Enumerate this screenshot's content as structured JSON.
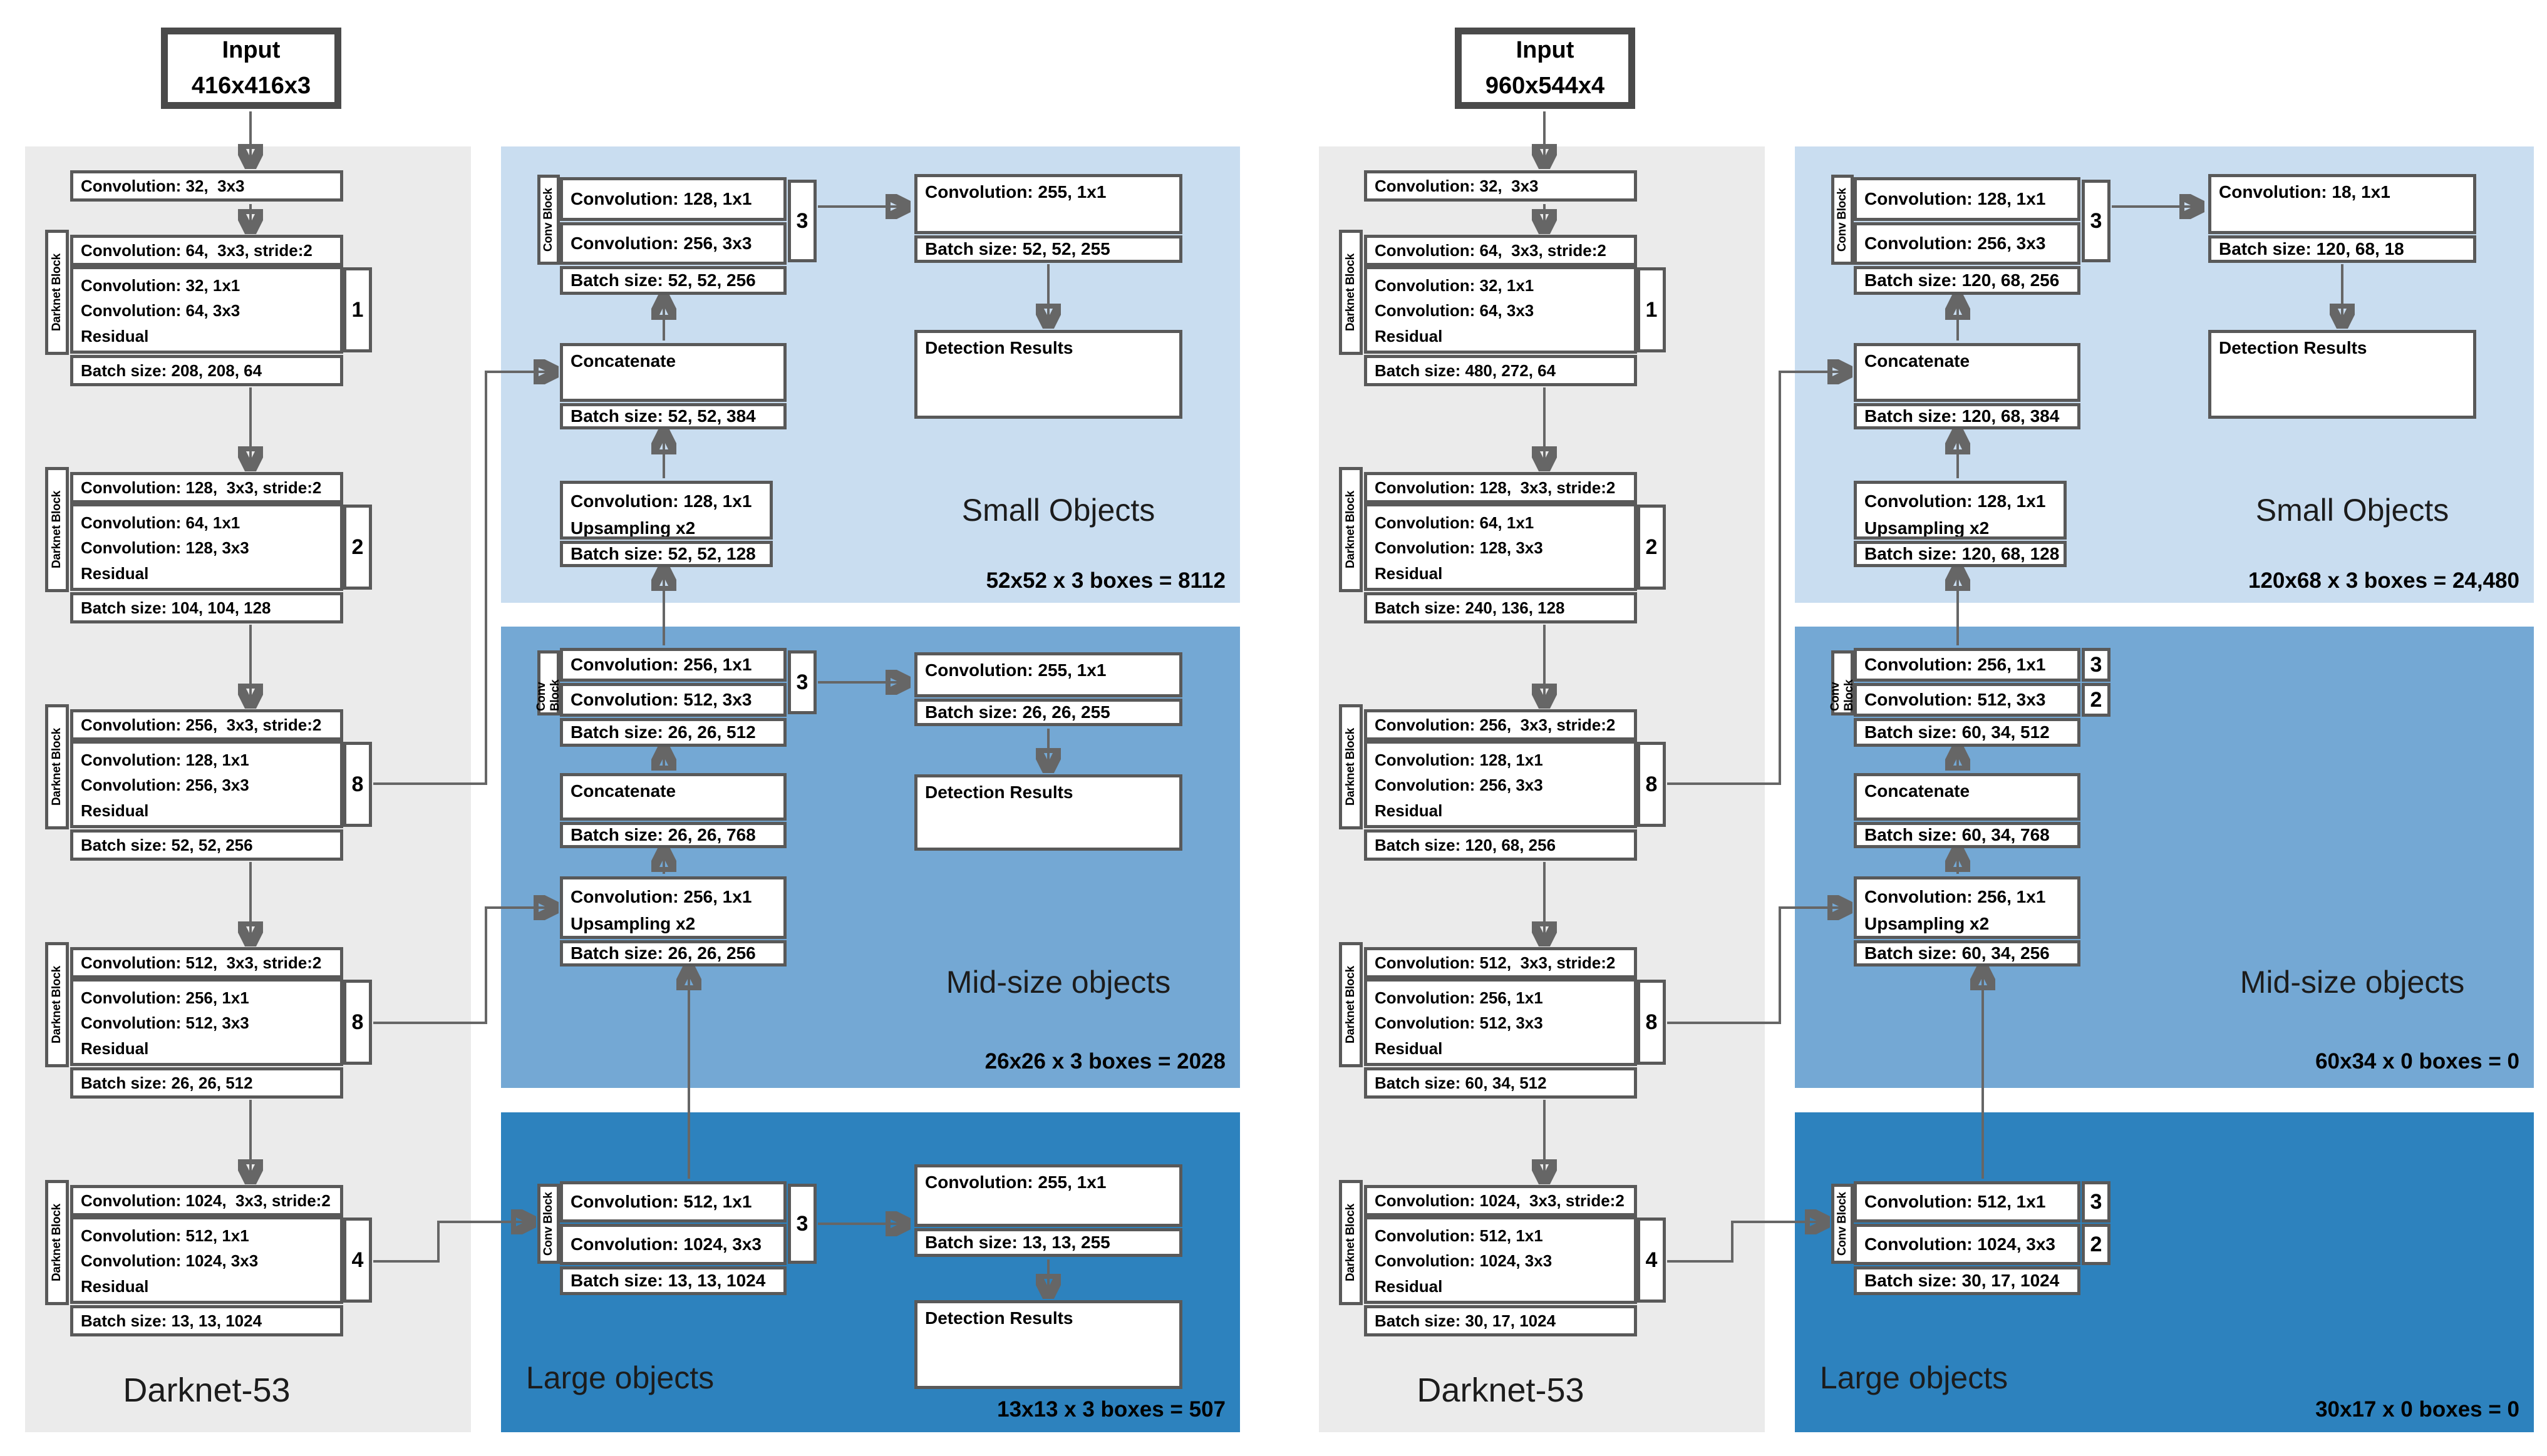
{
  "palette": {
    "backbone_bg": "#ebebeb",
    "small_bg": "#c9ddf0",
    "mid_bg": "#74a8d4",
    "large_bg": "#2d82be",
    "box_border": "#595959",
    "arrow": "#666666"
  },
  "diagrams": [
    {
      "input": {
        "line1": "Input",
        "line2": "416x416x3"
      },
      "backbone": {
        "stem": "Convolution: 32,  3x3",
        "title": "Darknet-53",
        "blocks": [
          {
            "label": "Darknet Block",
            "stride": "Convolution: 64,  3x3, stride:2",
            "conv1": "Convolution: 32, 1x1",
            "conv2": "Convolution: 64, 3x3",
            "residual": "Residual",
            "count": "1",
            "batch": "Batch size: 208, 208, 64"
          },
          {
            "label": "Darknet Block",
            "stride": "Convolution: 128,  3x3, stride:2",
            "conv1": "Convolution: 64, 1x1",
            "conv2": "Convolution: 128, 3x3",
            "residual": "Residual",
            "count": "2",
            "batch": "Batch size: 104, 104, 128"
          },
          {
            "label": "Darknet Block",
            "stride": "Convolution: 256,  3x3, stride:2",
            "conv1": "Convolution: 128, 1x1",
            "conv2": "Convolution: 256, 3x3",
            "residual": "Residual",
            "count": "8",
            "batch": "Batch size: 52, 52, 256"
          },
          {
            "label": "Darknet Block",
            "stride": "Convolution: 512,  3x3, stride:2",
            "conv1": "Convolution: 256, 1x1",
            "conv2": "Convolution: 512, 3x3",
            "residual": "Residual",
            "count": "8",
            "batch": "Batch size: 26, 26, 512"
          },
          {
            "label": "Darknet Block",
            "stride": "Convolution: 1024,  3x3, stride:2",
            "conv1": "Convolution: 512, 1x1",
            "conv2": "Convolution: 1024, 3x3",
            "residual": "Residual",
            "count": "4",
            "batch": "Batch size: 13, 13, 1024"
          }
        ]
      },
      "small": {
        "conv_block": {
          "label": "Conv Block",
          "conv1": "Convolution: 128, 1x1",
          "conv2": "Convolution: 256, 3x3",
          "count": "3",
          "batch": "Batch size: 52, 52, 256"
        },
        "concat": {
          "title": "Concatenate",
          "batch": "Batch size: 52, 52, 384"
        },
        "upsample": {
          "line1": "Convolution: 128, 1x1",
          "line2": "Upsampling x2",
          "batch": "Batch size: 52, 52, 128"
        },
        "det_conv": {
          "title": "Convolution: 255, 1x1",
          "batch": "Batch size: 52, 52, 255"
        },
        "det_results": "Detection Results",
        "region_label": "Small Objects",
        "note": "52x52 x 3 boxes = 8112"
      },
      "mid": {
        "conv_block": {
          "label": "Conv Block",
          "conv1": "Convolution: 256, 1x1",
          "conv2": "Convolution: 512, 3x3",
          "count": "3",
          "batch": "Batch size: 26, 26, 512"
        },
        "concat": {
          "title": "Concatenate",
          "batch": "Batch size: 26, 26, 768"
        },
        "upsample": {
          "line1": "Convolution: 256, 1x1",
          "line2": "Upsampling x2",
          "batch": "Batch size: 26, 26, 256"
        },
        "det_conv": {
          "title": "Convolution: 255, 1x1",
          "batch": "Batch size: 26, 26, 255"
        },
        "det_results": "Detection Results",
        "region_label": "Mid-size objects",
        "note": "26x26 x 3 boxes = 2028"
      },
      "large": {
        "conv_block": {
          "label": "Conv Block",
          "conv1": "Convolution: 512, 1x1",
          "conv2": "Convolution: 1024, 3x3",
          "count": "3",
          "batch": "Batch size: 13, 13, 1024"
        },
        "det_conv": {
          "title": "Convolution: 255, 1x1",
          "batch": "Batch size: 13, 13, 255"
        },
        "det_results": "Detection Results",
        "region_label": "Large objects",
        "note": "13x13 x 3 boxes = 507"
      }
    },
    {
      "input": {
        "line1": "Input",
        "line2": "960x544x4"
      },
      "backbone": {
        "stem": "Convolution: 32,  3x3",
        "title": "Darknet-53",
        "blocks": [
          {
            "label": "Darknet Block",
            "stride": "Convolution: 64,  3x3, stride:2",
            "conv1": "Convolution: 32, 1x1",
            "conv2": "Convolution: 64, 3x3",
            "residual": "Residual",
            "count": "1",
            "batch": "Batch size: 480, 272, 64"
          },
          {
            "label": "Darknet Block",
            "stride": "Convolution: 128,  3x3, stride:2",
            "conv1": "Convolution: 64, 1x1",
            "conv2": "Convolution: 128, 3x3",
            "residual": "Residual",
            "count": "2",
            "batch": "Batch size: 240, 136, 128"
          },
          {
            "label": "Darknet Block",
            "stride": "Convolution: 256,  3x3, stride:2",
            "conv1": "Convolution: 128, 1x1",
            "conv2": "Convolution: 256, 3x3",
            "residual": "Residual",
            "count": "8",
            "batch": "Batch size: 120, 68, 256"
          },
          {
            "label": "Darknet Block",
            "stride": "Convolution: 512,  3x3, stride:2",
            "conv1": "Convolution: 256, 1x1",
            "conv2": "Convolution: 512, 3x3",
            "residual": "Residual",
            "count": "8",
            "batch": "Batch size: 60, 34, 512"
          },
          {
            "label": "Darknet Block",
            "stride": "Convolution: 1024,  3x3, stride:2",
            "conv1": "Convolution: 512, 1x1",
            "conv2": "Convolution: 1024, 3x3",
            "residual": "Residual",
            "count": "4",
            "batch": "Batch size: 30, 17, 1024"
          }
        ]
      },
      "small": {
        "conv_block": {
          "label": "Conv Block",
          "conv1": "Convolution: 128, 1x1",
          "conv2": "Convolution: 256, 3x3",
          "count": "3",
          "batch": "Batch size: 120, 68, 256"
        },
        "concat": {
          "title": "Concatenate",
          "batch": "Batch size: 120, 68, 384"
        },
        "upsample": {
          "line1": "Convolution: 128, 1x1",
          "line2": "Upsampling x2",
          "batch": "Batch size: 120, 68, 128"
        },
        "det_conv": {
          "title": "Convolution: 18, 1x1",
          "batch": "Batch size: 120, 68, 18"
        },
        "det_results": "Detection Results",
        "region_label": "Small Objects",
        "note": "120x68 x 3 boxes = 24,480"
      },
      "mid": {
        "conv_block": {
          "label": "Conv Block",
          "conv1": "Convolution: 256, 1x1",
          "conv2": "Convolution: 512, 3x3",
          "count1": "3",
          "count2": "2",
          "batch": "Batch size: 60, 34, 512"
        },
        "concat": {
          "title": "Concatenate",
          "batch": "Batch size: 60, 34, 768"
        },
        "upsample": {
          "line1": "Convolution: 256, 1x1",
          "line2": "Upsampling x2",
          "batch": "Batch size: 60, 34, 256"
        },
        "region_label": "Mid-size objects",
        "note": "60x34 x 0 boxes = 0"
      },
      "large": {
        "conv_block": {
          "label": "Conv Block",
          "conv1": "Convolution: 512, 1x1",
          "conv2": "Convolution: 1024, 3x3",
          "count1": "3",
          "count2": "2",
          "batch": "Batch size: 30, 17, 1024"
        },
        "region_label": "Large objects",
        "note": "30x17 x 0 boxes = 0"
      }
    }
  ]
}
